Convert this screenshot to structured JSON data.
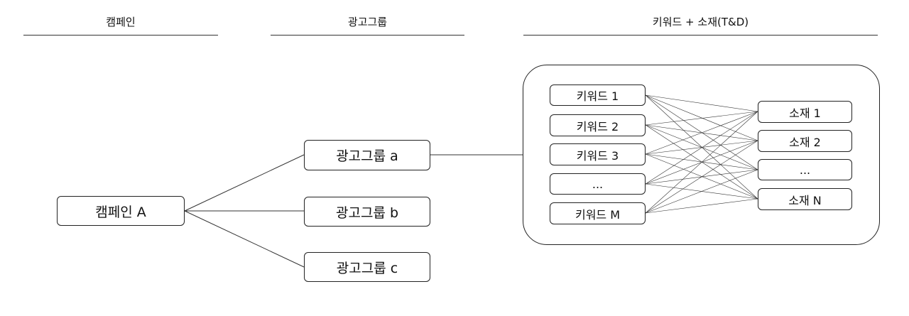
{
  "headers": {
    "campaign": "캠페인",
    "adgroup": "광고그룹",
    "keyword_creative": "키워드 + 소재(T&D)"
  },
  "campaign": {
    "label": "캠페인 A"
  },
  "adgroups": [
    {
      "label": "광고그룹 a"
    },
    {
      "label": "광고그룹 b"
    },
    {
      "label": "광고그룹 c"
    }
  ],
  "keywords": [
    {
      "label": "키워드 1"
    },
    {
      "label": "키워드 2"
    },
    {
      "label": "키워드 3"
    },
    {
      "label": "..."
    },
    {
      "label": "키워드 M"
    }
  ],
  "creatives": [
    {
      "label": "소재 1"
    },
    {
      "label": "소재 2"
    },
    {
      "label": "..."
    },
    {
      "label": "소재 N"
    }
  ]
}
